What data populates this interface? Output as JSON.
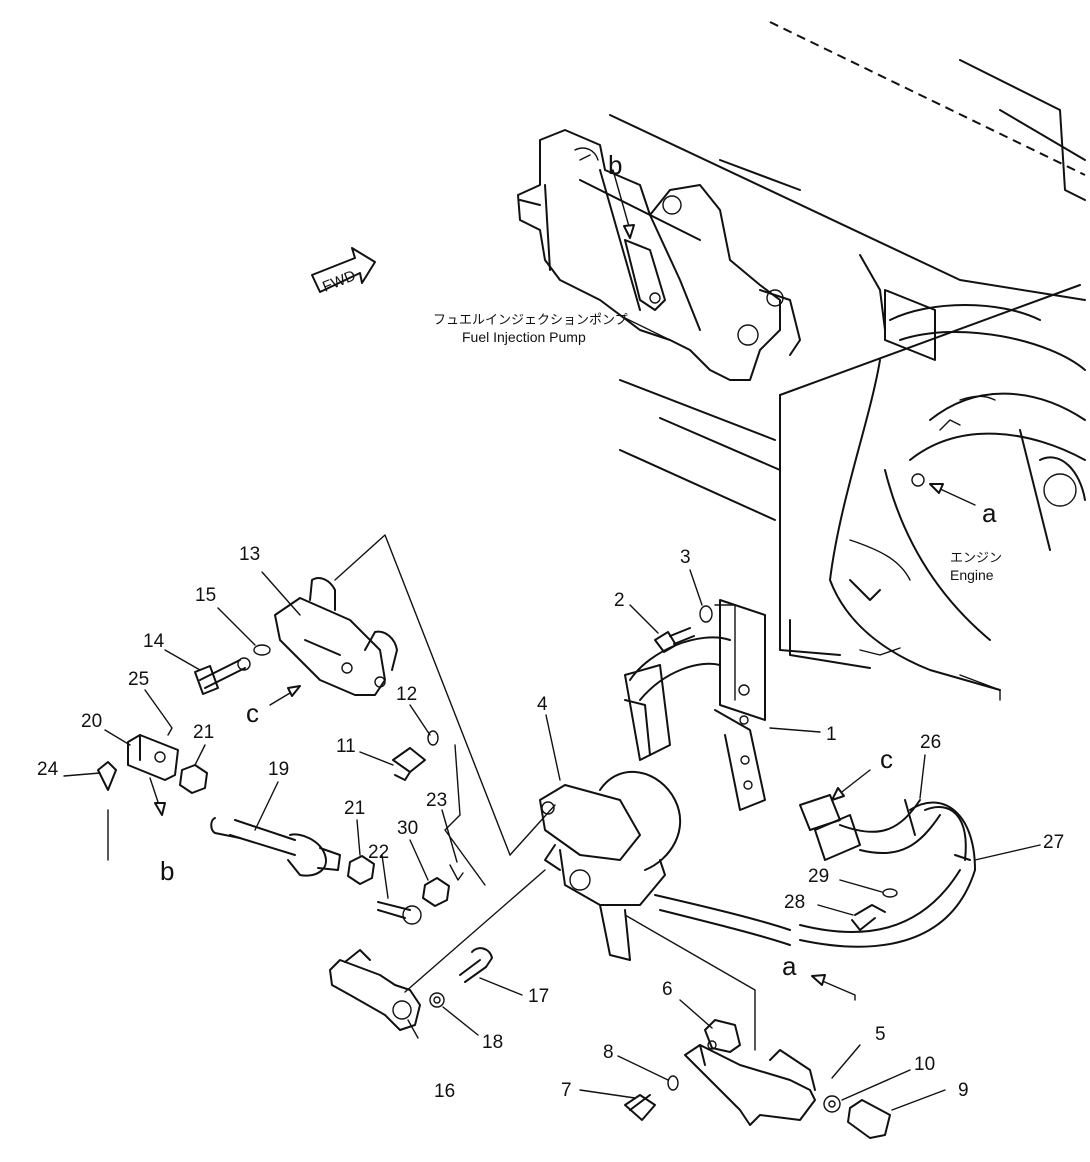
{
  "diagram": {
    "fwd_label": "FWD",
    "captions": {
      "pump_jp": "フュエルインジェクションポンプ",
      "pump_en": "Fuel Injection Pump",
      "engine_jp": "エンジン",
      "engine_en": "Engine"
    },
    "ref_letters": {
      "a": "a",
      "b": "b",
      "c": "c"
    },
    "callouts": {
      "p1": "1",
      "p2": "2",
      "p3": "3",
      "p4": "4",
      "p5": "5",
      "p6": "6",
      "p7": "7",
      "p8": "8",
      "p9": "9",
      "p10": "10",
      "p11": "11",
      "p12": "12",
      "p13": "13",
      "p14": "14",
      "p15": "15",
      "p16": "16",
      "p17": "17",
      "p18": "18",
      "p19": "19",
      "p20": "20",
      "p21a": "21",
      "p21b": "21",
      "p22": "22",
      "p23": "23",
      "p24": "24",
      "p25": "25",
      "p26": "26",
      "p27": "27",
      "p28": "28",
      "p29": "29",
      "p30": "30"
    }
  }
}
